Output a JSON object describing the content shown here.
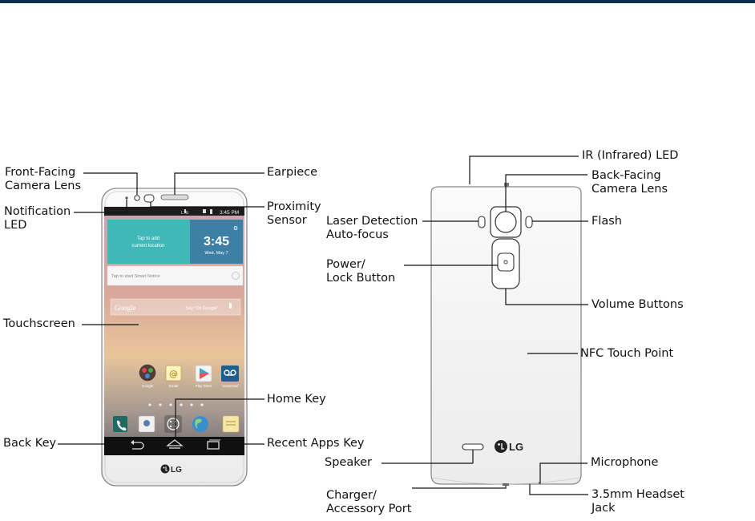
{
  "labels": {
    "front_camera": "Front-Facing\nCamera Lens",
    "notification_led": "Notification\nLED",
    "touchscreen": "Touchscreen",
    "back_key": "Back Key",
    "earpiece": "Earpiece",
    "proximity_sensor": "Proximity\nSensor",
    "home_key": "Home Key",
    "recent_apps_key": "Recent Apps Key",
    "ir_led": "IR (Infrared) LED",
    "back_camera": "Back-Facing\nCamera Lens",
    "laser_af": "Laser Detection\nAuto-focus",
    "flash": "Flash",
    "power_lock": "Power/\nLock Button",
    "volume_buttons": "Volume Buttons",
    "nfc": "NFC Touch Point",
    "speaker": "Speaker",
    "microphone": "Microphone",
    "charger_port": "Charger/\nAccessory Port",
    "headset_jack": "3.5mm Headset\nJack"
  },
  "phone_screen": {
    "status_time": "3:45 PM",
    "status_lte": "LTE",
    "weather_tap": "Tap to add\ncurrent location",
    "clock_time": "3:45",
    "clock_date": "Wed, May 7",
    "smart_notice": "Tap to start Smart Notice",
    "google_text": "Google",
    "say_ok_google": "Say \"Ok Google\"",
    "apps": [
      "Google",
      "Email",
      "Play Store",
      "Voicemail"
    ]
  },
  "logo_text": "LG",
  "colors": {
    "top_rule": "#0b2d4f",
    "weather_tile": "#41b8b8",
    "clock_tile": "#3e7fa5"
  }
}
